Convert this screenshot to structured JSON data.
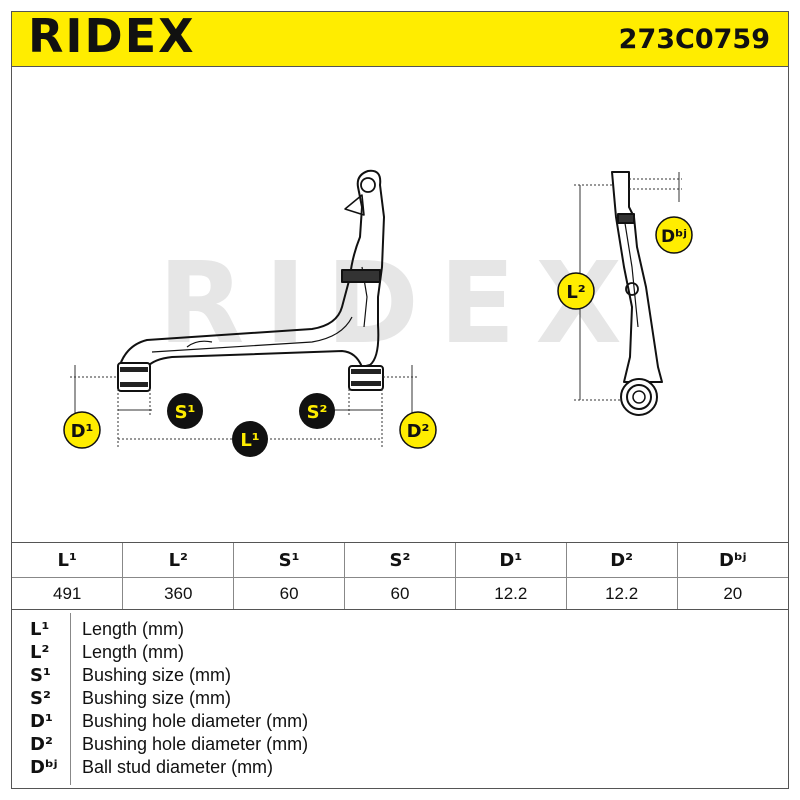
{
  "header": {
    "brand": "RIDEX",
    "part_number": "273C0759"
  },
  "drawing": {
    "watermark": "RIDEX",
    "callouts": {
      "d1": "D¹",
      "s1": "S¹",
      "l1": "L¹",
      "s2": "S²",
      "d2": "D²",
      "l2": "L²",
      "dbj": "Dᵇʲ"
    },
    "callout_fill": "#ffed00"
  },
  "spec_table": {
    "headers": [
      "L¹",
      "L²",
      "S¹",
      "S²",
      "D¹",
      "D²",
      "Dᵇʲ"
    ],
    "values": [
      "491",
      "360",
      "60",
      "60",
      "12.2",
      "12.2",
      "20"
    ]
  },
  "legend": [
    {
      "symbol": "L¹",
      "text": "Length (mm)"
    },
    {
      "symbol": "L²",
      "text": "Length (mm)"
    },
    {
      "symbol": "S¹",
      "text": "Bushing size (mm)"
    },
    {
      "symbol": "S²",
      "text": "Bushing size (mm)"
    },
    {
      "symbol": "D¹",
      "text": "Bushing hole diameter (mm)"
    },
    {
      "symbol": "D²",
      "text": "Bushing hole diameter (mm)"
    },
    {
      "symbol": "Dᵇʲ",
      "text": "Ball stud diameter (mm)"
    }
  ],
  "colors": {
    "accent": "#ffed00",
    "ink": "#111111"
  }
}
